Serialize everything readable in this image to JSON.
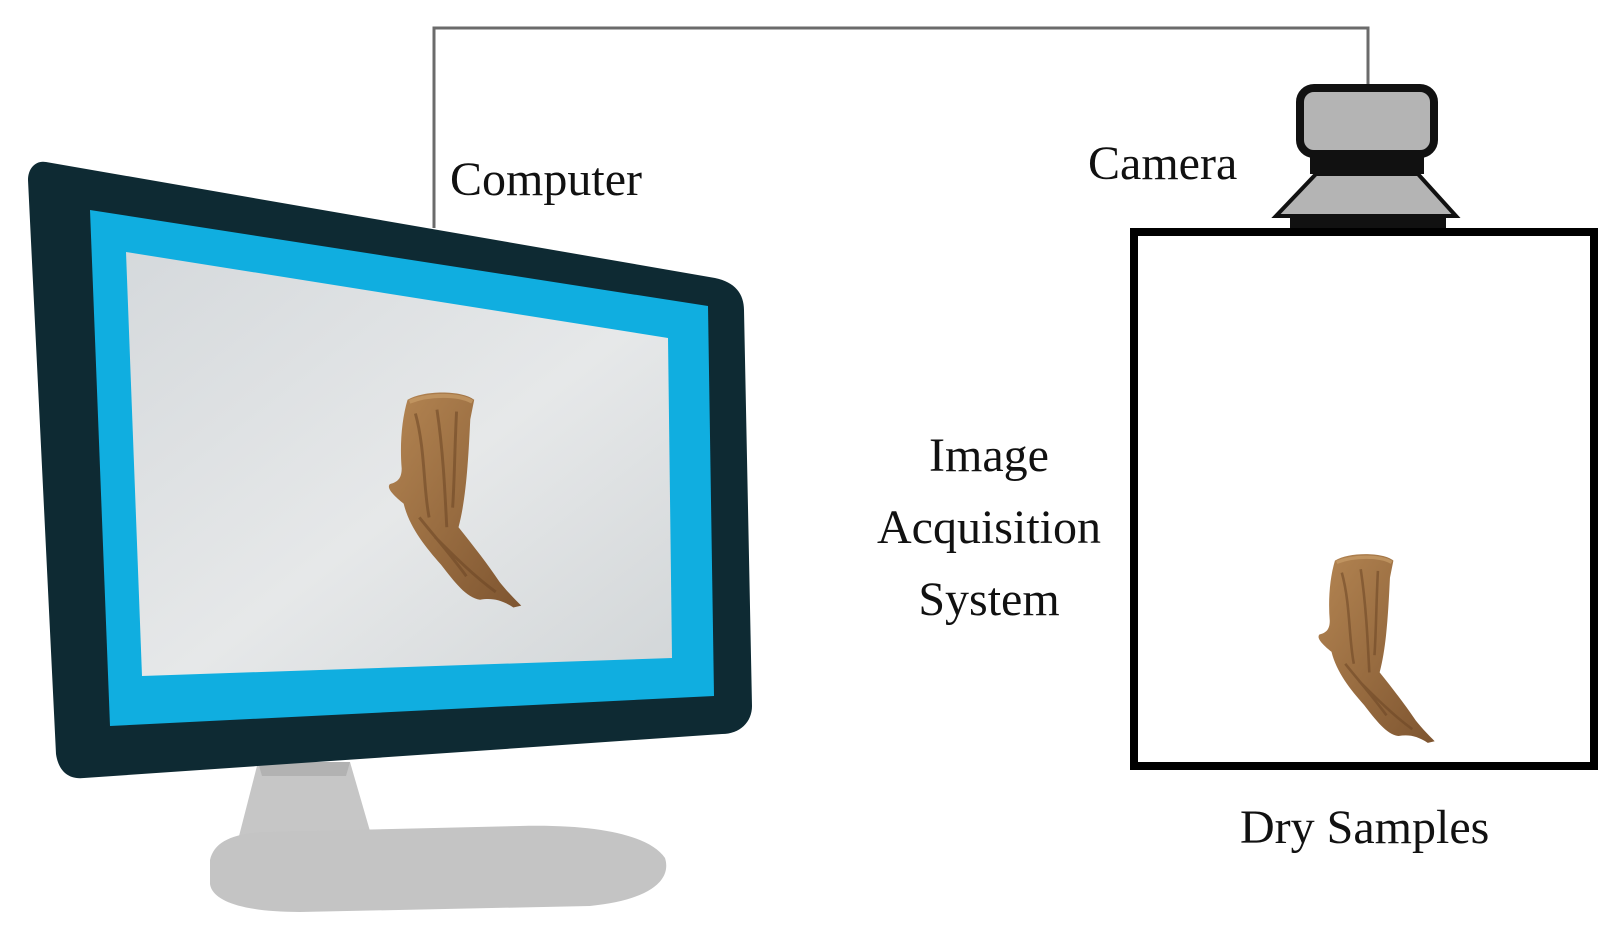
{
  "labels": {
    "computer": "Computer",
    "camera": "Camera",
    "image_acquisition_system": [
      "Image",
      "Acquisition",
      "System"
    ],
    "dry_samples": "Dry Samples"
  },
  "colors": {
    "monitor_bezel": "#0e2a33",
    "screen_border": "#10aee0",
    "screen_background": "#dfe2e3",
    "monitor_stand": "#c8c8c8",
    "camera_body": "#b4b4b4",
    "sample_brown": "#9b6d3e",
    "connector_line": "#6b6b6b"
  },
  "icons": {
    "monitor": "monitor-icon",
    "camera": "camera-icon",
    "sample": "dried-sample-icon"
  }
}
